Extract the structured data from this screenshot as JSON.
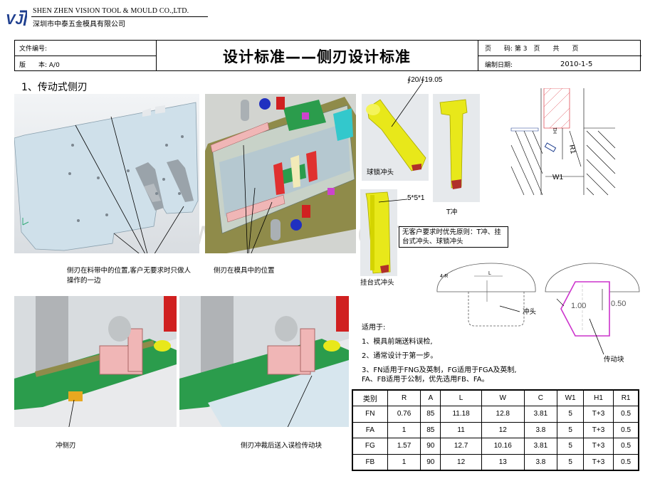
{
  "header": {
    "company_en": "SHEN ZHEN VISION TOOL & MOULD CO.,LTD.",
    "company_cn": "深圳市中泰五金模具有限公司",
    "logo_text": "VJT"
  },
  "title_block": {
    "doc_no_label": "文件编号:",
    "version_label": "版　　本: A/0",
    "title": "设计标准——侧刃设计标准",
    "page_label": "页　　码: 第 3　页　　共　　页",
    "date_label": "编制日期:",
    "date_value": "2010-1-5"
  },
  "section_heading": "1、传动式侧刃",
  "captions": {
    "strip_note": "侧刃在料带中的位置,客户无要求时只做人操作的一边",
    "die_note": "侧刃在模具中的位置",
    "punch_side": "冲侧刃",
    "after_punch": "侧刃冲裁后送入误检传动块",
    "ball_lock": "球锁冲头",
    "t_punch": "T冲",
    "hanging": "挂台式冲头",
    "dim_diameter": "∮20/∮19.05",
    "dim_555": "5*5*1",
    "priority": "无客户要求时优先原则：T冲、挂台式冲头、球锁冲头",
    "punch_head": "冲头",
    "drive_block": "传动块",
    "dim_100": "1.00",
    "dim_050": "0.50",
    "dim_w1": "W1",
    "dim_r1": "R1",
    "dim_h1": "H1",
    "dim_l": "L",
    "dim_4r": "4-R"
  },
  "applicability": {
    "heading": "适用于:",
    "line1": "1、模具前端送料误检,",
    "line2": "2、通常设计于第一步。",
    "line3a": "3、FN适用于FNG及英制，FG适用于FGA及英制,",
    "line3b": "FA、FB适用于公制，优先选用FB、FA。"
  },
  "watermark": "www.zixin.com",
  "spec_table": {
    "headers": [
      "类别",
      "R",
      "A",
      "L",
      "W",
      "C",
      "W1",
      "H1",
      "R1"
    ],
    "rows": [
      [
        "FN",
        "0.76",
        "85",
        "11.18",
        "12.8",
        "3.81",
        "5",
        "T+3",
        "0.5"
      ],
      [
        "FA",
        "1",
        "85",
        "11",
        "12",
        "3.8",
        "5",
        "T+3",
        "0.5"
      ],
      [
        "FG",
        "1.57",
        "90",
        "12.7",
        "10.16",
        "3.81",
        "5",
        "T+3",
        "0.5"
      ],
      [
        "FB",
        "1",
        "90",
        "12",
        "13",
        "3.8",
        "5",
        "T+3",
        "0.5"
      ]
    ]
  },
  "colors": {
    "accent_blue": "#1f3f8f",
    "strip": "#d8e6ee",
    "yellow": "#e8e81a",
    "magenta": "#cc33cc",
    "pink": "#f0b6b6"
  }
}
